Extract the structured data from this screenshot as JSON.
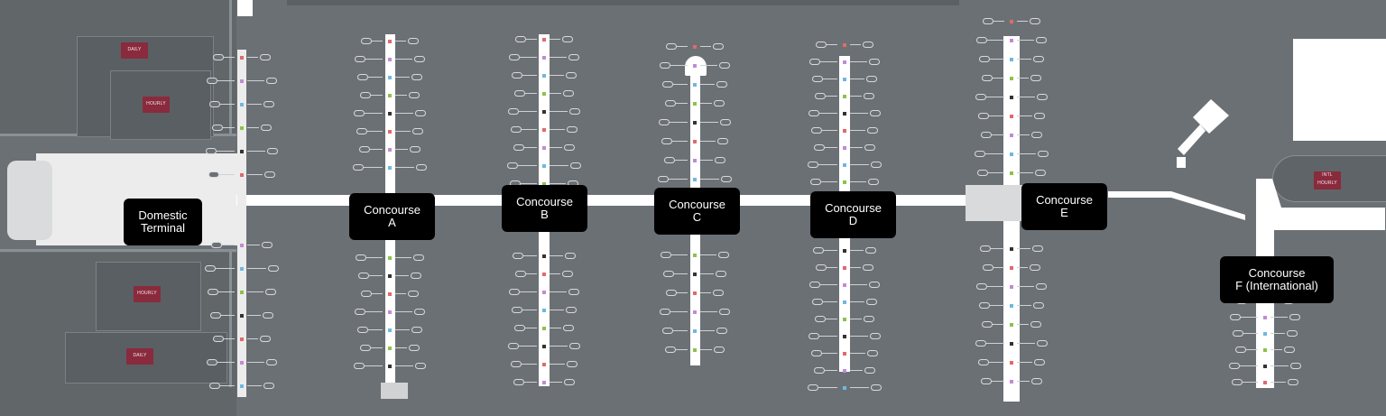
{
  "map": {
    "colors": {
      "background": "#6b7075",
      "corridor": "#ffffff",
      "label_bg": "#000000",
      "label_text": "#ffffff",
      "parking_badge": "#8a2a3d"
    },
    "parking": {
      "daily_top": "DAILY",
      "hourly_top": "HOURLY",
      "hourly_bottom": "HOURLY",
      "daily_bottom": "DAILY",
      "intl_hourly": "INTL HOURLY"
    },
    "labels": {
      "domestic_terminal": [
        "Domestic",
        "Terminal"
      ],
      "concourse_a": [
        "Concourse",
        "A"
      ],
      "concourse_b": [
        "Concourse",
        "B"
      ],
      "concourse_c": [
        "Concourse",
        "C"
      ],
      "concourse_d": [
        "Concourse",
        "D"
      ],
      "concourse_e": [
        "Concourse",
        "E"
      ],
      "concourse_f": [
        "Concourse",
        "F (International)"
      ]
    }
  }
}
